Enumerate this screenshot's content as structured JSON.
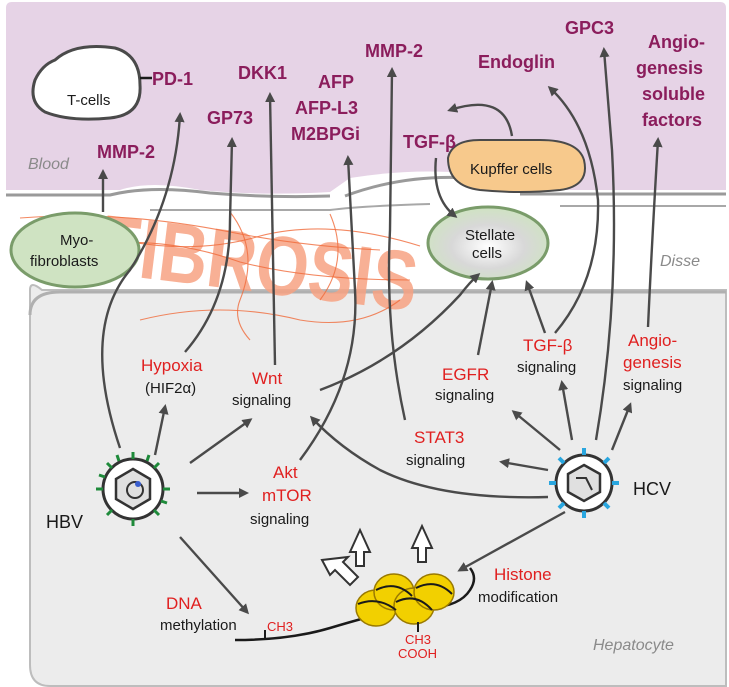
{
  "zones": {
    "blood": "Blood",
    "disse": "Disse",
    "hepatocyte": "Hepatocyte"
  },
  "cells": {
    "t_cells": "T-cells",
    "kupffer": "Kupffer cells",
    "myofibroblasts_1": "Myo-",
    "myofibroblasts_2": "fibroblasts",
    "stellate_1": "Stellate",
    "stellate_2": "cells"
  },
  "fibrosis": "FIBROSIS",
  "blood_markers": {
    "pd1": "PD-1",
    "mmp2_left": "MMP-2",
    "gp73": "GP73",
    "dkk1": "DKK1",
    "afp": "AFP",
    "afp_l3": "AFP-L3",
    "m2bpgi": "M2BPGi",
    "mmp2_center": "MMP-2",
    "tgf_beta_blood": "TGF-β",
    "endoglin": "Endoglin",
    "gpc3": "GPC3",
    "angio_1": "Angio-",
    "angio_2": "genesis",
    "angio_3": "soluble",
    "angio_4": "factors"
  },
  "pathways": {
    "hypoxia": "Hypoxia",
    "hif2a": "(HIF2α)",
    "wnt": "Wnt",
    "wnt_sig": "signaling",
    "akt": "Akt",
    "mtor": "mTOR",
    "akt_sig": "signaling",
    "egfr": "EGFR",
    "egfr_sig": "signaling",
    "tgfb": "TGF-β",
    "tgfb_sig": "signaling",
    "angio_1": "Angio-",
    "angio_2": "genesis",
    "angio_sig": "signaling",
    "stat3": "STAT3",
    "stat3_sig": "signaling",
    "dna": "DNA",
    "methylation": "methylation",
    "histone": "Histone",
    "modification": "modification"
  },
  "viruses": {
    "hbv": "HBV",
    "hcv": "HCV"
  },
  "chromatin": {
    "ch3_left": "CH3",
    "ch3_right": "CH3",
    "cooh": "COOH"
  },
  "colors": {
    "blood_bg": "#e6d3e6",
    "hepatocyte_bg": "#ececec",
    "marker": "#8b1d5c",
    "pathway": "#e02020",
    "kupffer": "#f7c98c",
    "cell_green": "#cfe3c2",
    "fibrosis": "#f7a383",
    "hbv_spike": "#1e8a3a",
    "hcv_spike": "#29a6df",
    "nucleosome": "#f2d000"
  }
}
